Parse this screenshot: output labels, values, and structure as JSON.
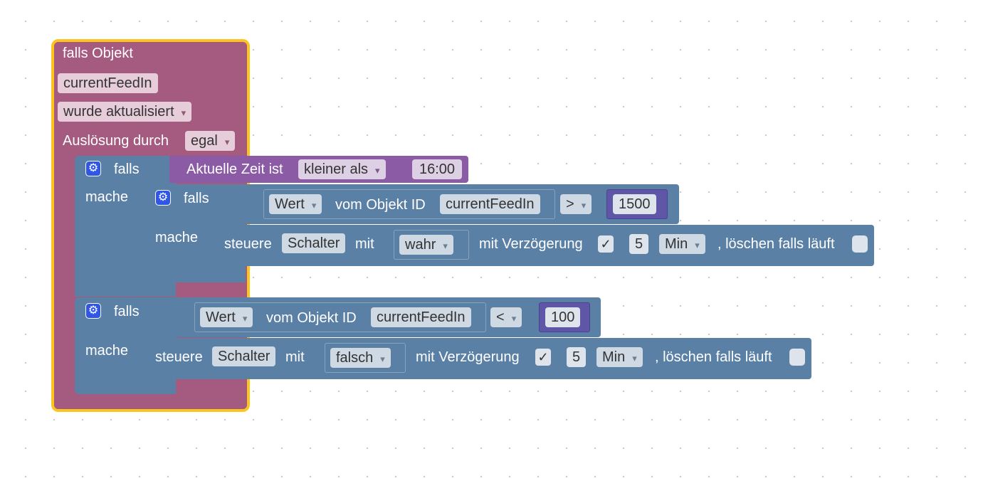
{
  "trigger": {
    "title": "falls Objekt",
    "object_id": "currentFeedIn",
    "event": "wurde aktualisiert",
    "trigger_by_label": "Auslösung durch",
    "trigger_by_value": "egal"
  },
  "if1": {
    "if_label": "falls",
    "do_label": "mache",
    "time_label": "Aktuelle Zeit ist",
    "time_op": "kleiner als",
    "time_value": "16:00"
  },
  "if2": {
    "if_label": "falls",
    "do_label": "mache",
    "value_dropdown": "Wert",
    "from_label": "vom Objekt ID",
    "object_id": "currentFeedIn",
    "operator": ">",
    "number": "1500",
    "action": {
      "label": "steuere",
      "target": "Schalter",
      "with_label": "mit",
      "value": "wahr",
      "delay_label": "mit Verzögerung",
      "delay_checked": "✓",
      "delay_amount": "5",
      "delay_unit": "Min",
      "clear_label": ", löschen falls läuft"
    }
  },
  "if3": {
    "if_label": "falls",
    "do_label": "mache",
    "value_dropdown": "Wert",
    "from_label": "vom Objekt ID",
    "object_id": "currentFeedIn",
    "operator": "<",
    "number": "100",
    "action": {
      "label": "steuere",
      "target": "Schalter",
      "with_label": "mit",
      "value": "falsch",
      "delay_label": "mit Verzögerung",
      "delay_checked": "✓",
      "delay_amount": "5",
      "delay_unit": "Min",
      "clear_label": ", löschen falls läuft"
    }
  },
  "colors": {
    "trigger": "#a55b80",
    "control": "#5b80a5",
    "time": "#8b5ba5",
    "selection": "#fdc41d",
    "mutator": "#2f56e6"
  },
  "icons": {
    "mutator": "gear-icon",
    "checkbox": "checkmark-icon"
  }
}
